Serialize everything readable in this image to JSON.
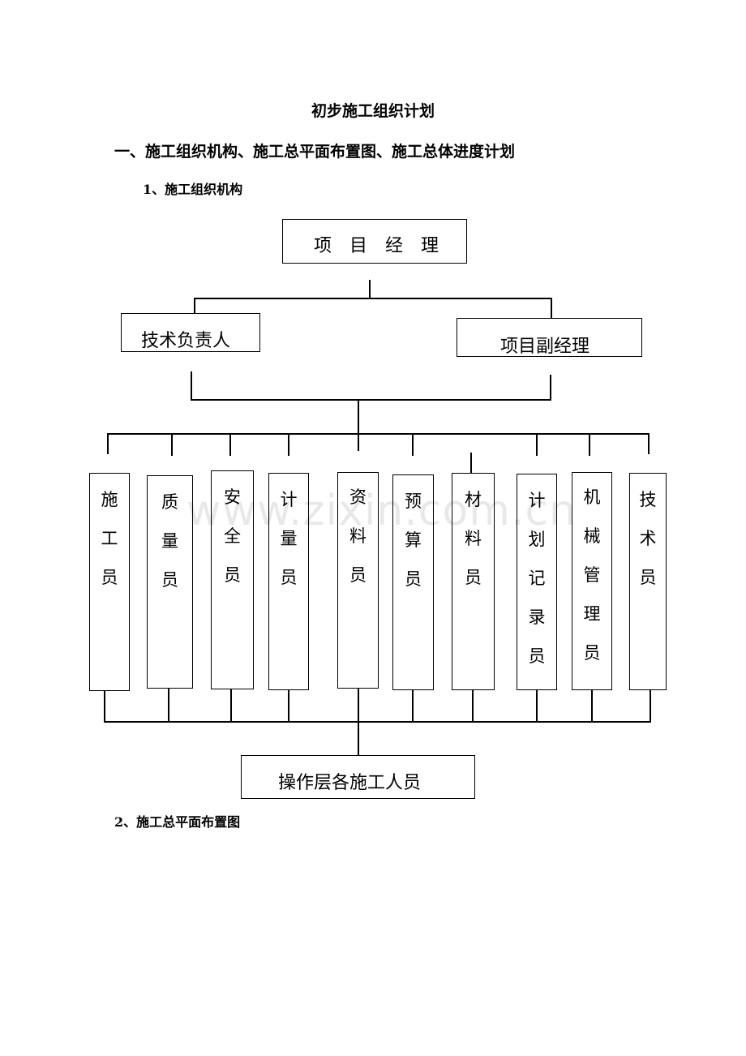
{
  "document": {
    "title": "初步施工组织计划",
    "section_heading": "一、施工组织机构、施工总平面布置图、施工总体进度计划",
    "subsection_1": "1、施工组织机构",
    "subsection_2": "2、施工总平面布置图"
  },
  "org_chart": {
    "top": "项　目　经　理",
    "level2": [
      "技术负责人",
      "项目副经理"
    ],
    "roles": [
      "施\n工\n员",
      "质\n量\n员",
      "安\n全\n员",
      "计\n量\n员",
      "资\n料\n员",
      "预\n算\n员",
      "材\n料\n员",
      "计\n划\n记\n录\n员",
      "机\n械\n管\n理\n员",
      "技\n术\n员"
    ],
    "bottom": "操作层各施工人员"
  },
  "watermark": "www.zixin.com.cn"
}
